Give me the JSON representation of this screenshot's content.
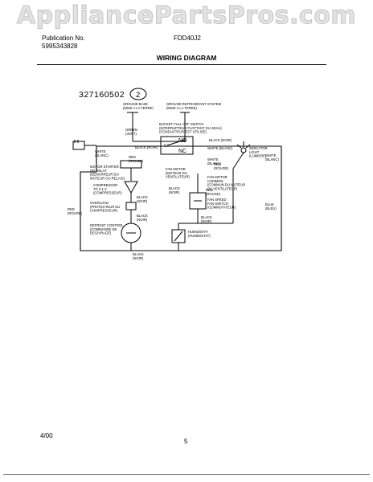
{
  "watermark": "AppliancePartsPros.com",
  "header": {
    "publication_label": "Publication No.",
    "publication_number": "5995343828",
    "model": "FDD40J2",
    "title": "WIRING DIAGRAM"
  },
  "diagram": {
    "part_number": "327160502",
    "revision": "2",
    "labels": {
      "ground_base": "GROUND BASE\n(MISE A LA TERRE)",
      "ground_refrigerant": "GROUND REFRIGERANT SYSTEM\n(MISE A LA TERRE)",
      "green": "GREEN\n(VERT)",
      "bucket_switch": "BUCKET FULL OFF SWITCH\n(INTERRUPTEUR FLOTTANT DU SEAU)\n(CONDUCTEUR EST UTILISE)",
      "no": "NO",
      "nc": "NC",
      "c": "C",
      "black_noir_1": "BLACK (NOIR)",
      "black_noir_2": "BLACK (NOIR)",
      "white_blanc_1": "WHITE (BLANC)",
      "white_1": "WHITE\n(BLANC)",
      "white_2": "WHITE\n(BLANC)",
      "indicator_light": "INDICATOR\nLIGHT\n(LUMIERE)",
      "motor_starter": "MOTOR STARTER\nOR RELAY\n(DEMARREUR DU\nMOTEUR OU RELAIS)",
      "red_rouge_1": "RED\n(ROUGE)",
      "red_rouge_2": "RED\n(ROUGE)",
      "compressor": "COMPRESSOR\nTO 3-1-2\n(COMPRESSEUR)",
      "fan_motor": "FAN MOTOR\n(MOTEUR DU\nVENTILATEUR)",
      "fan_motor_common": "FAN MOTOR\nCOMMON\n(COMMUN DU MOTEUR\nDU VENTILATEUR)",
      "black_noir_3": "BLACK\n(NOIR)",
      "black_noir_4": "BLACK\n(NOIR)",
      "black_noir_5": "BLACK\n(NOIR)",
      "black_noir_6": "BLACK\n(NOIR)",
      "overload": "OVERLOAD\n(PROTECTEUR DU\nCOMPRESSEUR)",
      "red_rouge_left": "RED\n(ROUGE)",
      "defrost_control": "DEFROST CONTROL\n(COMMANDE DE\nDEGIVRAGE)",
      "fan_speed": "FAN SPEED\nFAN SWITCH\n(COMMUTATEUR)",
      "humidistat": "HUMIDISTAT\n(HUMIDISTAT)",
      "red_rouge_3": "RED\n(ROUGE)",
      "blue_bleu": "BLUE\n(BLEU)",
      "white_blanc_right": "WHITE\n(BLANC)",
      "black_noir_bottom": "BLACK\n(NOIR)"
    }
  },
  "footer": {
    "date": "4/00",
    "page": "5"
  }
}
